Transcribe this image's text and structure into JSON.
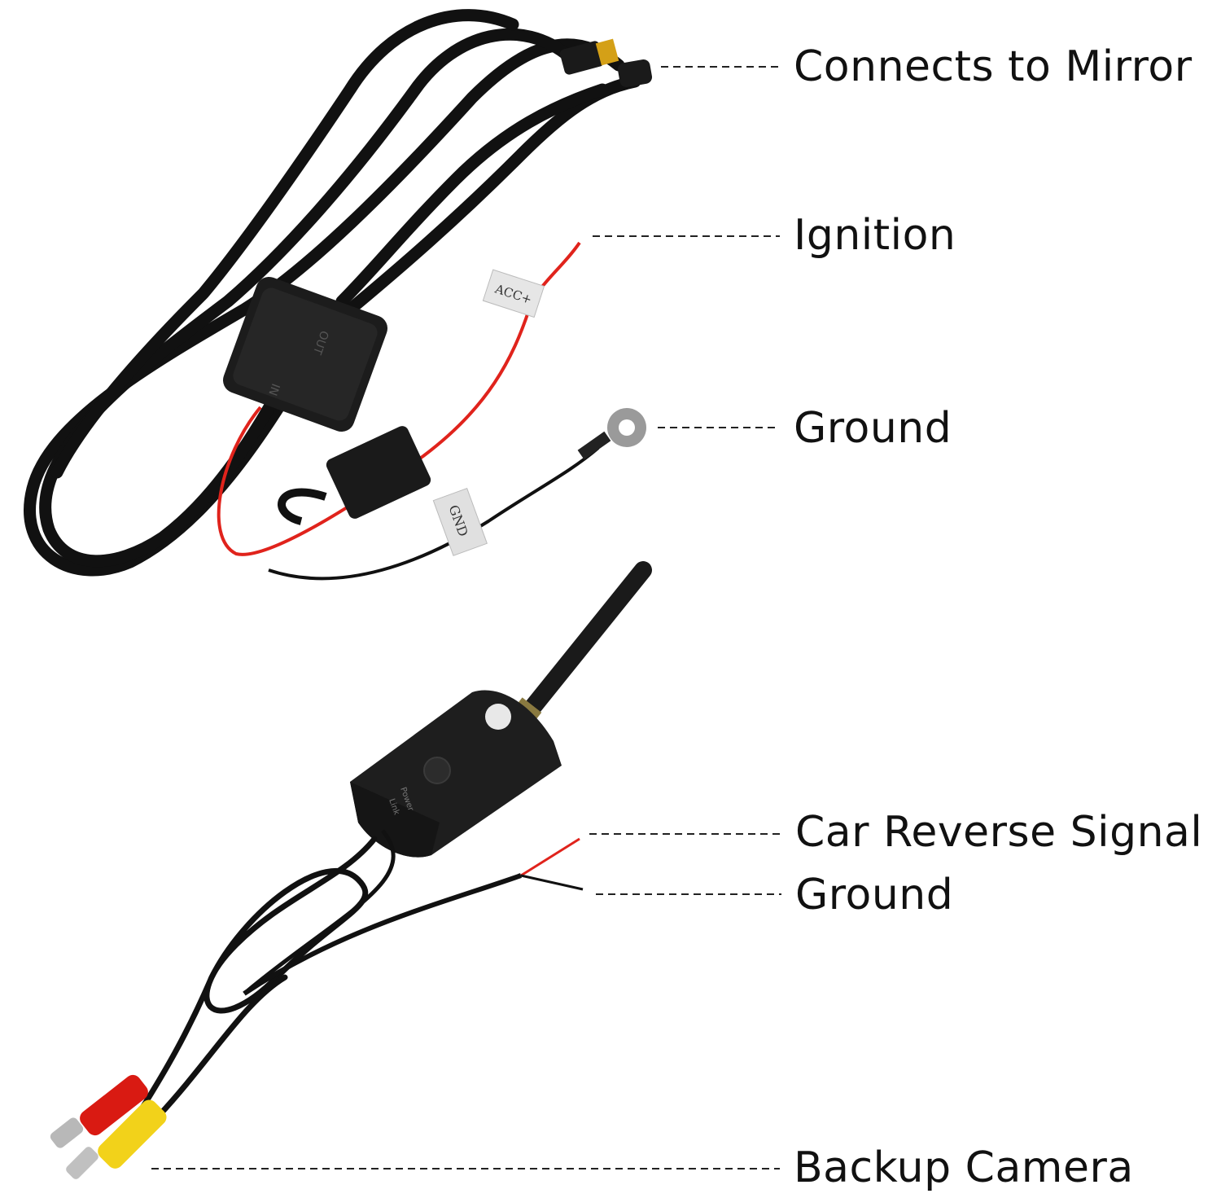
{
  "labels": {
    "mirror": "Connects to Mirror",
    "ignition": "Ignition",
    "ground_top": "Ground",
    "reverse": "Car Reverse Signal",
    "ground_bottom": "Ground",
    "camera": "Backup Camera"
  },
  "tags": {
    "acc": "ACC+",
    "gnd": "GND"
  },
  "box_text": {
    "out": "OUT",
    "in": "IN"
  },
  "transmitter": {
    "power": "Power",
    "link": "Link"
  },
  "colors": {
    "cable": "#111111",
    "red_wire": "#e0231c",
    "rca_red": "#d91a12",
    "rca_yellow": "#f2d21a",
    "ring_terminal": "#9a9a9a"
  }
}
